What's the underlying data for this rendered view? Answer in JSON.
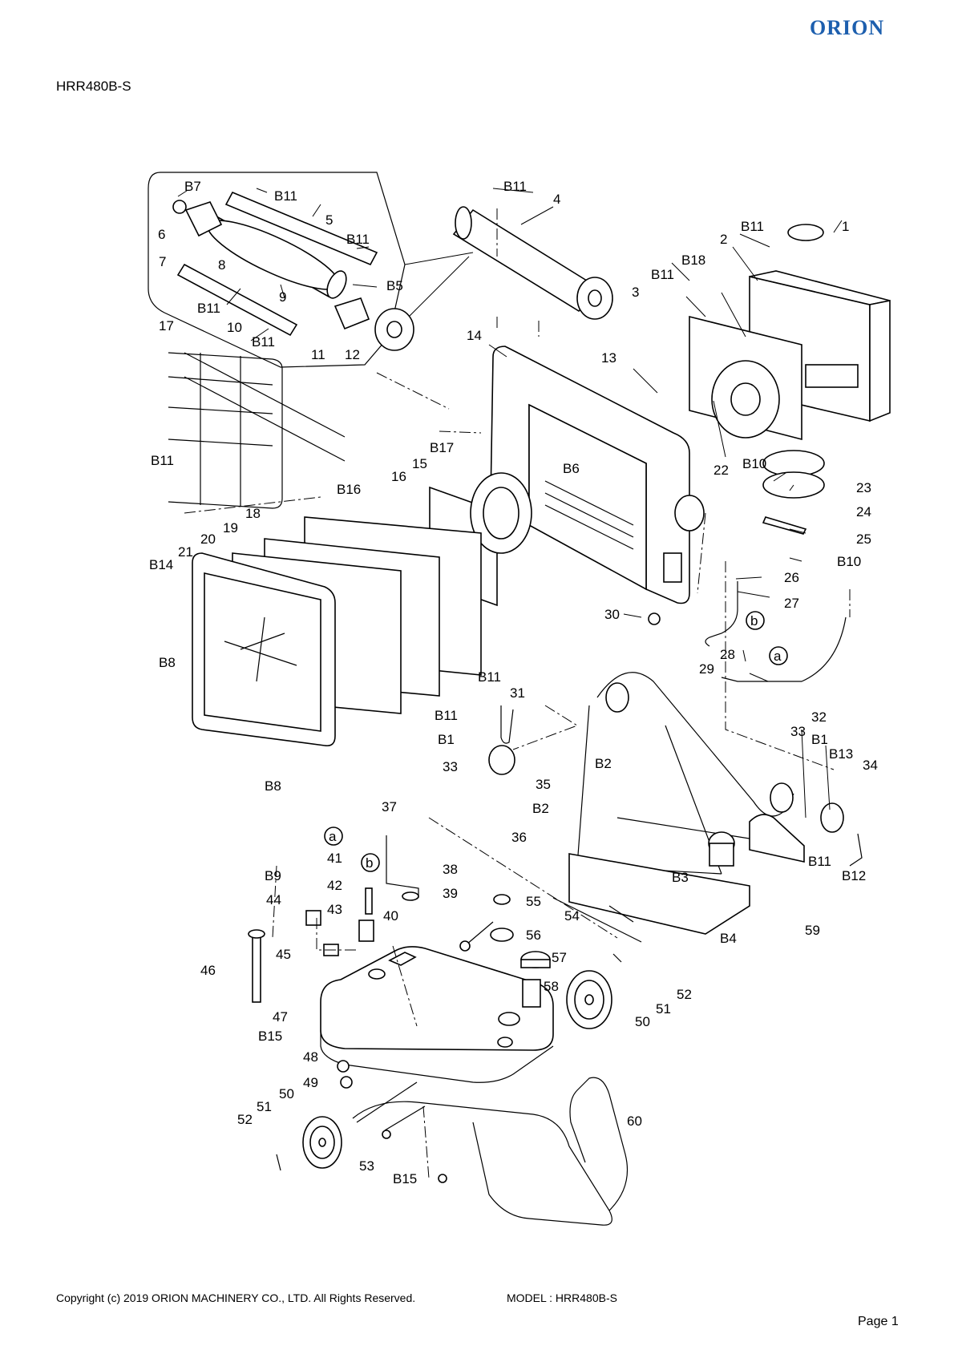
{
  "header": {
    "brand": "ORION",
    "model": "HRR480B-S"
  },
  "footer": {
    "copyright": "Copyright (c) 2019 ORION MACHINERY CO., LTD. All Rights Reserved.",
    "model": "MODEL : HRR480B-S",
    "page": "Page 1"
  },
  "callouts": {
    "n1": "1",
    "n2": "2",
    "n3": "3",
    "n4": "4",
    "n5": "5",
    "n6": "6",
    "n7": "7",
    "n8": "8",
    "n9": "9",
    "n10": "10",
    "n11": "11",
    "n12": "12",
    "n13": "13",
    "n14": "14",
    "n15": "15",
    "n16": "16",
    "n17": "17",
    "n18": "18",
    "n19": "19",
    "n20": "20",
    "n21": "21",
    "n22": "22",
    "n23": "23",
    "n24": "24",
    "n25": "25",
    "n26": "26",
    "n27": "27",
    "n28": "28",
    "n29": "29",
    "n30": "30",
    "n31": "31",
    "n32": "32",
    "n33": "33",
    "n34": "34",
    "n35": "35",
    "n36": "36",
    "n37": "37",
    "n38": "38",
    "n39": "39",
    "n40": "40",
    "n41": "41",
    "n42": "42",
    "n43": "43",
    "n44": "44",
    "n45": "45",
    "n46": "46",
    "n47": "47",
    "n48": "48",
    "n49": "49",
    "n50": "50",
    "n51": "51",
    "n52": "52",
    "n53": "53",
    "n54": "54",
    "n55": "55",
    "n56": "56",
    "n57": "57",
    "n58": "58",
    "n59": "59",
    "n60": "60",
    "b1": "B1",
    "b2": "B2",
    "b3": "B3",
    "b4": "B4",
    "b5": "B5",
    "b6": "B6",
    "b7": "B7",
    "b8": "B8",
    "b9": "B9",
    "b10": "B10",
    "b11": "B11",
    "b12": "B12",
    "b13": "B13",
    "b14": "B14",
    "b15": "B15",
    "b16": "B16",
    "b17": "B17",
    "b18": "B18",
    "a": "a",
    "b": "b"
  }
}
